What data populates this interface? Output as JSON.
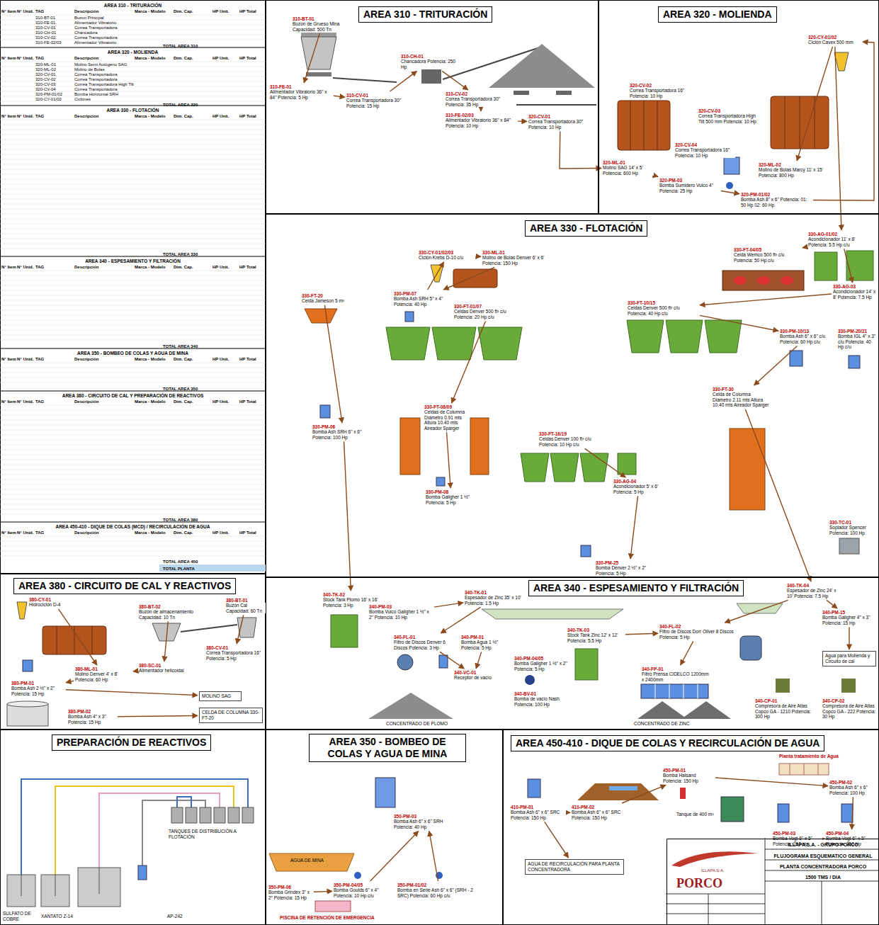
{
  "diagram": {
    "nodes": [
      {
        "text": [
          "AREA 310 - TRITURACIÓN"
        ]
      },
      {
        "text": [
          "AREA 320 - MOLIENDA"
        ]
      },
      {
        "text": [
          "AREA 330 - FLOTACIÓN"
        ]
      },
      {
        "text": [
          "AREA 340 - ESPESAMIENTO Y FILTRACIÓN"
        ]
      },
      {
        "text": [
          "AREA 380 - CIRCUITO DE CAL Y REACTIVOS"
        ]
      },
      {
        "text": [
          "PREPARACIÓN DE REACTIVOS"
        ]
      },
      {
        "text": [
          "AREA 350 - BOMBEO DE COLAS Y AGUA DE MINA"
        ]
      },
      {
        "text": [
          "AREA 450-410 - DIQUE DE COLAS Y RECIRCULACIÓN DE AGUA"
        ]
      },
      {
        "text": [
          "310-BT-01",
          "Buzon de Grueso Mina Capacidad: 500 Tn"
        ],
        "in": 0
      },
      {
        "text": [
          "310-FE-01",
          "Alimentador Vibratorio 36\" x 84\" Potencia: 5 Hp"
        ],
        "in": 0
      },
      {
        "text": [
          "310-CV-01",
          "Correa Transportadora 30\" Potencia: 15 Hp"
        ],
        "in": 0
      },
      {
        "text": [
          "310-CH-01",
          "Chancadora Potencia: 250 Hp"
        ],
        "in": 0
      },
      {
        "text": [
          "310-CV-02",
          "Correa Transportadora 30\" Potencia: 35 Hp"
        ],
        "in": 0
      },
      {
        "text": [
          "310-FE-02/03",
          "Alimentador Vibratorio 36\" x 84\" Potencia: 10 Hp"
        ],
        "in": 0
      },
      {
        "text": [
          "320-CV-01",
          "Correa Transportadora 30\" Potencia: 10 Hp"
        ],
        "in": 0
      },
      {
        "text": [
          "320-CY-01/02",
          "Ciclón Cavex 500 mm"
        ],
        "in": 1
      },
      {
        "text": [
          "320-CV-02",
          "Correa Transportadora 16\" Potencia: 10 Hp"
        ],
        "in": 1
      },
      {
        "text": [
          "320-CV-03",
          "Correa Transportadora High Tilt 500 mm Potencia: 10 Hp"
        ],
        "in": 1
      },
      {
        "text": [
          "320-CV-04",
          "Correa Transportadora 16\" Potencia: 10 Hp"
        ],
        "in": 1
      },
      {
        "text": [
          "320-ML-01",
          "Molino SAG 14' x 5' Potencia: 600 Hp"
        ],
        "in": 1
      },
      {
        "text": [
          "320-ML-02",
          "Molino de Bolas Marcy 11' x 15' Potencia: 800 Hp"
        ],
        "in": 1
      },
      {
        "text": [
          "320-PM-03",
          "Bomba Sumidero Vulco 4\" Potencia: 25 Hp"
        ],
        "in": 1
      },
      {
        "text": [
          "320-PM-01/02",
          "Bomba Ash 8\" x 6\" Potencia: 01: 50 Hp 02: 60 Hp"
        ],
        "in": 1
      },
      {
        "text": [
          "330-CY-01/02/03",
          "Ciclón Krebs D-10 c/u"
        ],
        "in": 2
      },
      {
        "text": [
          "330-ML-01",
          "Molino de Bolas Denver 6' x 6' Potencia: 150 Hp"
        ],
        "in": 2
      },
      {
        "text": [
          "330-AG-01/02",
          "Acondicionador 11' x 8' Potencia: 5.5 Hp c/u"
        ],
        "in": 2
      },
      {
        "text": [
          "330-AG-03",
          "Acondicionador 14' x 8' Potencia: 7.5 Hp"
        ],
        "in": 2
      },
      {
        "text": [
          "330-FT-04/05",
          "Celda Wemco 500 ft³ c/u Potencia: 50 Hp c/u"
        ],
        "in": 2
      },
      {
        "text": [
          "330-FT-01/07",
          "Celdas Denver 500 ft³ c/u Potencia: 20 Hp c/u"
        ],
        "in": 2
      },
      {
        "text": [
          "330-FT-10/15",
          "Celdas Denver 500 ft³ c/u Potencia: 40 Hp c/u"
        ],
        "in": 2
      },
      {
        "text": [
          "330-FT-20",
          "Celda Jameson 5 m³"
        ],
        "in": 2
      },
      {
        "text": [
          "330-PM-07",
          "Bomba Ash SRH 5\" x 4\" Potencia: 40 Hp"
        ],
        "in": 2
      },
      {
        "text": [
          "330-PM-10/13",
          "Bomba Ash 6\" x 6\" c/u Potencia: 60 Hp c/u"
        ],
        "in": 2
      },
      {
        "text": [
          "330-PM-20/21",
          "Bomba IGL 4\" x 3\" c/u Potencia: 40 Hp c/u"
        ],
        "in": 2
      },
      {
        "text": [
          "330-FT-08/09",
          "Celdas de Columna Diámetro 0.91 mts Altura 10.40 mts Aireador Sparger"
        ],
        "in": 2
      },
      {
        "text": [
          "330-FT-30",
          "Celda de Columna Diámetro 2.11 mts Altura 10.40 mts Aireador Sparger"
        ],
        "in": 2
      },
      {
        "text": [
          "330-FT-16/19",
          "Celdas Denver 100 ft³ c/u Potencia: 10 Hp c/u"
        ],
        "in": 2
      },
      {
        "text": [
          "330-AG-04",
          "Acondicionador 5' x 6' Potencia: 5 Hp"
        ],
        "in": 2
      },
      {
        "text": [
          "330-PM-08",
          "Bomba Galigher 1 ½\" Potencia: 5 Hp"
        ],
        "in": 2
      },
      {
        "text": [
          "330-PM-25",
          "Bomba Denver 2 ½\" x 2\" Potencia: 5 Hp"
        ],
        "in": 2
      },
      {
        "text": [
          "330-TC-01",
          "Soplador Spencer Potencia: 100 Hp"
        ],
        "in": 2
      },
      {
        "text": [
          "330-PM-06",
          "Bomba Ash SRH 6\" x 6\" Potencia: 100 Hp"
        ],
        "in": 2
      },
      {
        "text": [
          "340-TK-02",
          "Stock Tank Plomo 16' x 16' Potencia: 3 Hp"
        ],
        "in": 3
      },
      {
        "text": [
          "340-PM-03",
          "Bomba Vulco Galigher 1 ½\" x 2\" Potencia: 10 Hp"
        ],
        "in": 3
      },
      {
        "text": [
          "340-TK-01",
          "Espesador de Zinc 35' x 10' Potencia: 1.5 Hp"
        ],
        "in": 3
      },
      {
        "text": [
          "340-FL-01",
          "Filtro de Discos Denver 6 Discos Potencia: 3 Hp"
        ],
        "in": 3
      },
      {
        "text": [
          "340-PM-01",
          "Bomba Agua 1 ½\" Potencia: 5 Hp"
        ],
        "in": 3
      },
      {
        "text": [
          "340-VC-01",
          "Receptor de vacío"
        ],
        "in": 3
      },
      {
        "text": [
          "340-PM-04/05",
          "Bomba Galigher 1 ½\" x 2\" Potencia: 5 Hp"
        ],
        "in": 3
      },
      {
        "text": [
          "340-TK-03",
          "Stock Tank Zinc 12' x 12' Potencia: 5.5 Hp"
        ],
        "in": 3
      },
      {
        "text": [
          "340-FL-02",
          "Filtro de Discos Dorr Oliver 8 Discos Potencia: 5 Hp"
        ],
        "in": 3
      },
      {
        "text": [
          "340-FP-01",
          "Filtro Prensa CIDELCO 1200mm x 2400mm"
        ],
        "in": 3
      },
      {
        "text": [
          "340-TK-04",
          "Espesador de Zinc 24' x 10' Potencia: 7.5 Hp"
        ],
        "in": 3
      },
      {
        "text": [
          "340-PM-15",
          "Bomba Galigher 4\" x 3\" Potencia: 15 Hp"
        ],
        "in": 3
      },
      {
        "text": [
          "Agua para Molienda y Circuito de cal"
        ],
        "in": 3
      },
      {
        "text": [
          "340-CP-01",
          "Compresora de Aire Atlas Copco GA - 1210 Potencia: 300 Hp"
        ],
        "in": 3
      },
      {
        "text": [
          "340-CP-02",
          "Compresora de Aire Atlas Copco GA - 222 Potencia: 30 Hp"
        ],
        "in": 3
      },
      {
        "text": [
          "340-BV-01",
          "Bomba de vacío Nash Potencia: 100 Hp"
        ],
        "in": 3
      },
      {
        "text": [
          "380-CY-01",
          "Hidrociclón D-4"
        ],
        "in": 4
      },
      {
        "text": [
          "380-BT-01",
          "Buzón Cal Capacidad: 60 Tn"
        ],
        "in": 4
      },
      {
        "text": [
          "380-BT-02",
          "Buzón de almacenamiento Capacidad: 10 Tn"
        ],
        "in": 4
      },
      {
        "text": [
          "380-CV-01",
          "Correa Transportadora 16\" Potencia: 5 Hp"
        ],
        "in": 4
      },
      {
        "text": [
          "380-SC-01",
          "Alimentador helicoidal"
        ],
        "in": 4
      },
      {
        "text": [
          "380-ML-01",
          "Molino Denver 4' x 8' Potencia: 60 Hp"
        ],
        "in": 4
      },
      {
        "text": [
          "380-PM-01",
          "Bomba Ash 2 ½\" x 2\" Potencia: 15 Hp"
        ],
        "in": 4
      },
      {
        "text": [
          "380-PM-02",
          "Bomba Ash 4\" x 3\" Potencia: 15 Hp"
        ],
        "in": 4
      },
      {
        "text": [
          "MOLINO SAG"
        ],
        "in": 4
      },
      {
        "text": [
          "CELDA DE COLUMNA 330-FT-20"
        ],
        "in": 4
      },
      {
        "text": [
          "350-PM-03",
          "Bomba Ash 6\" x 6\" SRH Potencia: 40 Hp"
        ],
        "in": 6
      },
      {
        "text": [
          "350-PM-04/05",
          "Bomba Goulds 6\" x 4\" Potencia: 10 Hp c/u"
        ],
        "in": 6
      },
      {
        "text": [
          "350-PM-01/02",
          "Bomba en Serie Ash 6\" x 6\" (SRH - 2 SRC) Potencia: 60 Hp c/u"
        ],
        "in": 6
      },
      {
        "text": [
          "350-PM-06",
          "Bomba Grindex 3\" x 2\" Potencia: 15 Hp"
        ],
        "in": 6
      },
      {
        "text": [
          "410-PM-01",
          "Bomba Ash 6\" x 6\" SRC Potencia: 150 Hp"
        ],
        "in": 7
      },
      {
        "text": [
          "410-PM-02",
          "Bomba Ash 6\" x 6\" SRC Potencia: 150 Hp"
        ],
        "in": 7
      },
      {
        "text": [
          "450-PM-01",
          "Bomba Halsand Potencia: 150 Hp"
        ],
        "in": 7
      },
      {
        "text": [
          "450-PM-02",
          "Bomba Ash 6\" x 6\" Potencia: 100 Hp"
        ],
        "in": 7
      },
      {
        "text": [
          "450-PM-03",
          "Bomba Vogt 6\" x 5\" Potencia: 250 Hp"
        ],
        "in": 7
      },
      {
        "text": [
          "450-PM-04",
          "Bomba Vogt 6\" x 5\" Potencia: 250 Hp"
        ],
        "in": 7
      },
      {
        "text": [
          "AGUA DE RECIRCULACIÓN PARA PLANTA CONCENTRADORA"
        ],
        "in": 7
      },
      {
        "text": [
          "ILLAPA S.A. - GRUPO PORCO",
          "FLUJOGRAMA ESQUEMATICO GENERAL",
          "PLANTA CONCENTRADORA PORCO",
          "1500 TMS / DIA"
        ],
        "in": 7
      }
    ],
    "edges": [
      {
        "from": 8,
        "to": 9,
        "arrow": "to"
      },
      {
        "from": 9,
        "to": 10,
        "arrow": "to"
      },
      {
        "from": 10,
        "to": 11,
        "arrow": "to"
      },
      {
        "from": 11,
        "to": 12,
        "arrow": "to"
      },
      {
        "from": 12,
        "to": 13,
        "arrow": "to"
      },
      {
        "from": 13,
        "to": 14,
        "arrow": "to"
      },
      {
        "from": 14,
        "to": 19,
        "arrow": "to"
      },
      {
        "from": 19,
        "to": 21,
        "arrow": "to"
      },
      {
        "from": 21,
        "to": 22,
        "arrow": "to"
      },
      {
        "from": 22,
        "to": 15,
        "arrow": "to"
      },
      {
        "from": 15,
        "to": 20,
        "arrow": "to"
      },
      {
        "from": 15,
        "to": 25,
        "arrow": "to"
      },
      {
        "from": 25,
        "to": 26,
        "arrow": "to"
      },
      {
        "from": 25,
        "to": 27,
        "arrow": "to"
      },
      {
        "from": 26,
        "to": 29,
        "arrow": "to"
      },
      {
        "from": 29,
        "to": 32,
        "arrow": "to"
      },
      {
        "from": 32,
        "to": 35,
        "arrow": "to"
      },
      {
        "from": 23,
        "to": 24,
        "arrow": "to"
      },
      {
        "from": 24,
        "to": 31,
        "arrow": "to"
      },
      {
        "from": 31,
        "to": 23,
        "arrow": "to"
      },
      {
        "from": 28,
        "to": 34,
        "arrow": "to"
      },
      {
        "from": 30,
        "to": 41,
        "arrow": "to"
      },
      {
        "from": 41,
        "to": 42,
        "arrow": "to"
      },
      {
        "from": 42,
        "to": 43,
        "arrow": "to"
      },
      {
        "from": 43,
        "to": 44,
        "arrow": "to"
      },
      {
        "from": 44,
        "to": 45,
        "arrow": "to"
      },
      {
        "from": 45,
        "to": 47,
        "arrow": "to"
      },
      {
        "from": 36,
        "to": 37,
        "arrow": "to"
      },
      {
        "from": 37,
        "to": 39,
        "arrow": "to"
      },
      {
        "from": 35,
        "to": 52,
        "arrow": "to"
      },
      {
        "from": 52,
        "to": 50,
        "arrow": "to"
      },
      {
        "from": 49,
        "to": 50,
        "arrow": "to"
      },
      {
        "from": 50,
        "to": 51,
        "arrow": "to"
      },
      {
        "from": 52,
        "to": 53,
        "arrow": "to"
      },
      {
        "from": 53,
        "to": 54,
        "arrow": "to"
      },
      {
        "from": 58,
        "to": 63,
        "arrow": "to"
      },
      {
        "from": 60,
        "to": 62,
        "arrow": "to"
      },
      {
        "from": 62,
        "to": 63,
        "arrow": "to"
      },
      {
        "from": 63,
        "to": 64,
        "arrow": "to"
      },
      {
        "from": 64,
        "to": 66,
        "arrow": "to"
      },
      {
        "from": 65,
        "to": 67,
        "arrow": "to"
      },
      {
        "from": 59,
        "to": 61,
        "arrow": "to"
      },
      {
        "from": 69,
        "to": 68,
        "arrow": "to"
      },
      {
        "from": 70,
        "to": 68,
        "arrow": "to"
      },
      {
        "from": 71,
        "to": 69,
        "arrow": "to"
      },
      {
        "from": 72,
        "to": 73,
        "arrow": "to"
      },
      {
        "from": 73,
        "to": 74,
        "arrow": "to"
      },
      {
        "from": 74,
        "to": 75,
        "arrow": "to"
      },
      {
        "from": 75,
        "to": 77,
        "arrow": "to"
      },
      {
        "from": 76,
        "to": 77,
        "arrow": "to"
      },
      {
        "from": 72,
        "to": 78,
        "arrow": "to"
      },
      {
        "from": 34,
        "to": 38,
        "arrow": "to"
      },
      {
        "from": 46,
        "to": 47,
        "arrow": "to"
      }
    ],
    "labels": [
      "AREA 310 - TRITURACIÓN",
      "N° Item",
      "N° Unid.",
      "TAG",
      "Descripción",
      "Marca - Modelo",
      "Dim. Cap.",
      "HP Unit.",
      "HP Total",
      "310-BT-01",
      "Buzon Principal",
      "310-FE-01",
      "Alimentador Vibratorio",
      "310-CV-01",
      "Correa Transportadora",
      "310-CH-01",
      "Chancadora",
      "310-CV-02",
      "Correa Transportadora",
      "310-FE-02/03",
      "Alimentador Vibratorio",
      "TOTAL AREA 310",
      "AREA 320 - MOLIENDA",
      "N° Item",
      "N° Unid.",
      "TAG",
      "Descripción",
      "Marca - Modelo",
      "Dim. Cap.",
      "HP Unit.",
      "HP Total",
      "320-ML-01",
      "Molino Semi Autógeno SAG",
      "320-ML-02",
      "Molino de Bolas",
      "320-CV-01",
      "Correa Transportadora",
      "320-CV-02",
      "Correa Transportadora",
      "320-CV-03",
      "Correa Transportadora High Tilt",
      "320-CV-04",
      "Correa Transportadora",
      "320-PM-01/02",
      "Bomba Horizontal SRH",
      "320-CY-01/02",
      "Ciclones",
      "TOTAL AREA 320",
      "AREA 330 - FLOTACIÓN",
      "N° Item",
      "N° Unid.",
      "TAG",
      "Descripción",
      "Marca - Modelo",
      "Dim. Cap.",
      "HP Unit.",
      "HP Total",
      "TOTAL AREA 330",
      "AREA 340 - ESPESAMIENTO Y FILTRACIÓN",
      "N° Item",
      "N° Unid.",
      "TAG",
      "Descripción",
      "Marca - Modelo",
      "Dim. Cap.",
      "HP Unit.",
      "HP Total",
      "TOTAL AREA 340",
      "AREA 350 - BOMBEO DE COLAS Y AGUA DE MINA",
      "N° Item",
      "N° Unid.",
      "TAG",
      "Descripción",
      "Marca - Modelo",
      "Dim. Cap.",
      "HP Unit.",
      "HP Total",
      "TOTAL AREA 350",
      "AREA 380 - CIRCUITO DE CAL Y PREPARACIÓN DE REACTIVOS",
      "N° Item",
      "N° Unid.",
      "TAG",
      "Descripción",
      "Marca - Modelo",
      "Dim. Cap.",
      "HP Unit.",
      "HP Total",
      "TOTAL AREA 380",
      "AREA 450-410 - DIQUE DE COLAS (MCD) / RECIRCULACIÓN DE AGUA",
      "N° Item",
      "N° Unid.",
      "TAG",
      "Descripción",
      "Marca - Modelo",
      "Dim. Cap.",
      "HP Unit.",
      "HP Total",
      "TOTAL AREA 450",
      "TOTAL PLANTA",
      "CONCENTRADO DE PLOMO",
      "CONCENTRADO DE ZINC",
      "TANQUES DE DISTRIBUCIÓN A FLOTACIÓN",
      "SULFATO DE COBRE",
      "XANTATO Z-14",
      "AP-242",
      "AGUA DE MINA",
      "PISCINA DE RETENCIÓN DE EMERGENCIA",
      "Planta tratamiento de Agua",
      "Tanque de 400 m³",
      "ILLAPA S.A.",
      "PORCO"
    ]
  }
}
